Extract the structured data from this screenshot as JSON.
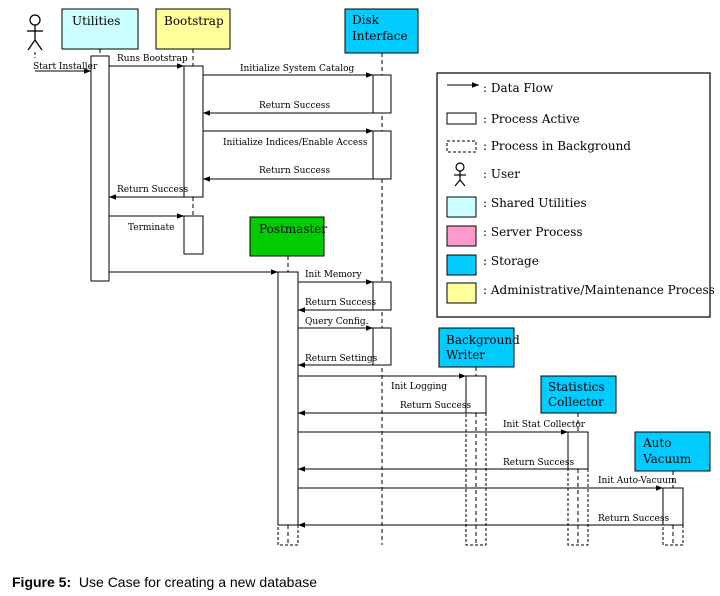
{
  "actors": {
    "user": {
      "icon": "user-stick-figure-icon"
    },
    "utilities": {
      "label": "Utilities",
      "color": "#ccffff"
    },
    "bootstrap": {
      "label": "Bootstrap",
      "color": "#ffff99"
    },
    "disk": {
      "label_line1": "Disk",
      "label_line2": "Interface",
      "color": "#00ccff"
    },
    "postmaster": {
      "label": "Postmaster",
      "color": "#00cc00"
    },
    "bgwriter": {
      "label_line1": "Background",
      "label_line2": "Writer",
      "color": "#00ccff"
    },
    "stats": {
      "label_line1": "Statistics",
      "label_line2": "Collector",
      "color": "#00ccff"
    },
    "autovac": {
      "label_line1": "Auto",
      "label_line2": "Vacuum",
      "color": "#00ccff"
    }
  },
  "messages": {
    "start_installer": "Start Installer",
    "runs_bootstrap": "Runs Bootstrap",
    "init_catalog": "Initialize System Catalog",
    "return_success_1": "Return Success",
    "init_indices": "Initialize Indices/Enable Access",
    "return_success_2": "Return Success",
    "return_success_3": "Return Success",
    "terminate": "Terminate",
    "init_memory": "Init Memory",
    "return_success_4": "Return Success",
    "query_config": "Query Config.",
    "return_settings": "Return Settings",
    "init_logging": "Init Logging",
    "return_success_5": "Return Success",
    "init_stat": "Init Stat Collector",
    "return_success_6": "Return Success",
    "init_autovac": "Init Auto-Vacuum",
    "return_success_7": "Return Success"
  },
  "legend": {
    "data_flow": ": Data Flow",
    "process_active": ": Process Active",
    "process_background": ": Process in Background",
    "user": ": User",
    "shared_utilities": ": Shared Utilities",
    "server_process": ": Server Process",
    "storage": ": Storage",
    "admin_process": ": Administrative/Maintenance Process",
    "colors": {
      "shared_utilities": "#ccffff",
      "server_process": "#ff99cc",
      "storage": "#00ccff",
      "admin_process": "#ffff99"
    }
  },
  "caption": {
    "label": "Figure 5:",
    "text": "Use Case for creating a new database"
  }
}
